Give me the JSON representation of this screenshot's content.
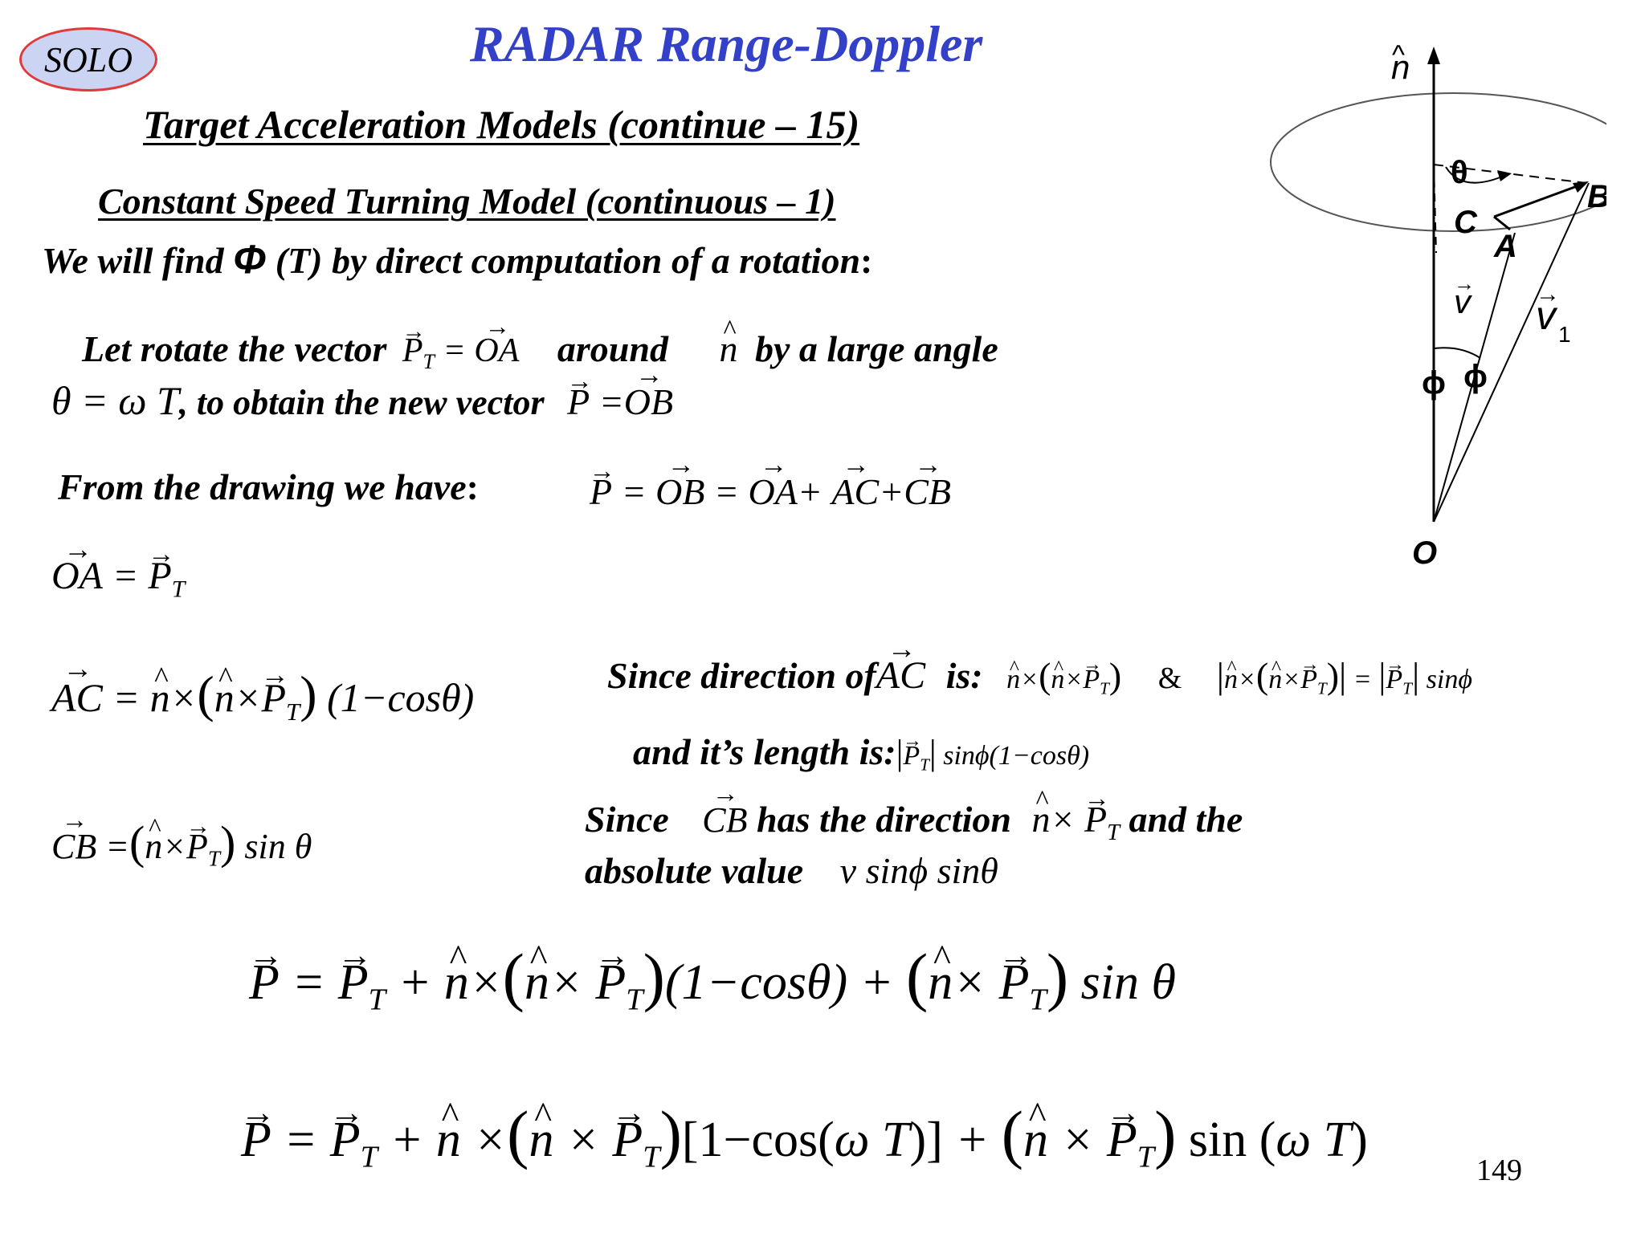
{
  "header": {
    "badge": "SOLO",
    "title": "RADAR Range-Doppler",
    "subtitle": "Target Acceleration Models (continue – 15)",
    "section": "Constant Speed Turning Model (continuous – 1)"
  },
  "text": {
    "intro_pre": "We will find ",
    "intro_phi": "Φ",
    "intro_post": " (T) by direct computation of a rotation",
    "intro_colon": ":",
    "rotate_1": "Let rotate the vector",
    "rotate_around": "around",
    "rotate_2": "by a large angle",
    "obtain": ", to obtain the new vector",
    "from_drawing": "From the drawing we have",
    "colon": ":",
    "since_dir": "Since direction of",
    "is": "is:",
    "amp": "&",
    "length": "and it’s length is:",
    "since2": "Since",
    "has_dir": "has the direction",
    "and_the": "and the",
    "abs_value": "absolute value"
  },
  "math": {
    "PT": "P",
    "T": "T",
    "OA": "OA",
    "OB": "OB",
    "AC": "AC",
    "CB": "CB",
    "n": "n",
    "theta_eq": "θ = ω T",
    "P": "P",
    "eq1_rhs": "= OB = OA+ AC+ CB",
    "one_minus_cos": "(1−cosθ)",
    "sin_theta": "sin θ",
    "sin_phi": "sinϕ",
    "len_expr": "sinϕ(1−cosθ)",
    "abs_expr": "v sinϕ sinθ",
    "final1": "P = P_T + n×(n×P_T)(1−cosθ) + (n×P_T) sinθ",
    "final2": "P = P_T + n×(n×P_T)[1−cos(ωT)] + (n×P_T) sin(ωT)"
  },
  "diagram": {
    "n_label": "n",
    "theta": "θ",
    "B": "B",
    "C": "C",
    "A": "A",
    "v": "v",
    "v1": "v",
    "v1_sub": "1",
    "phi": "ϕ",
    "O": "O"
  },
  "page_number": "149"
}
